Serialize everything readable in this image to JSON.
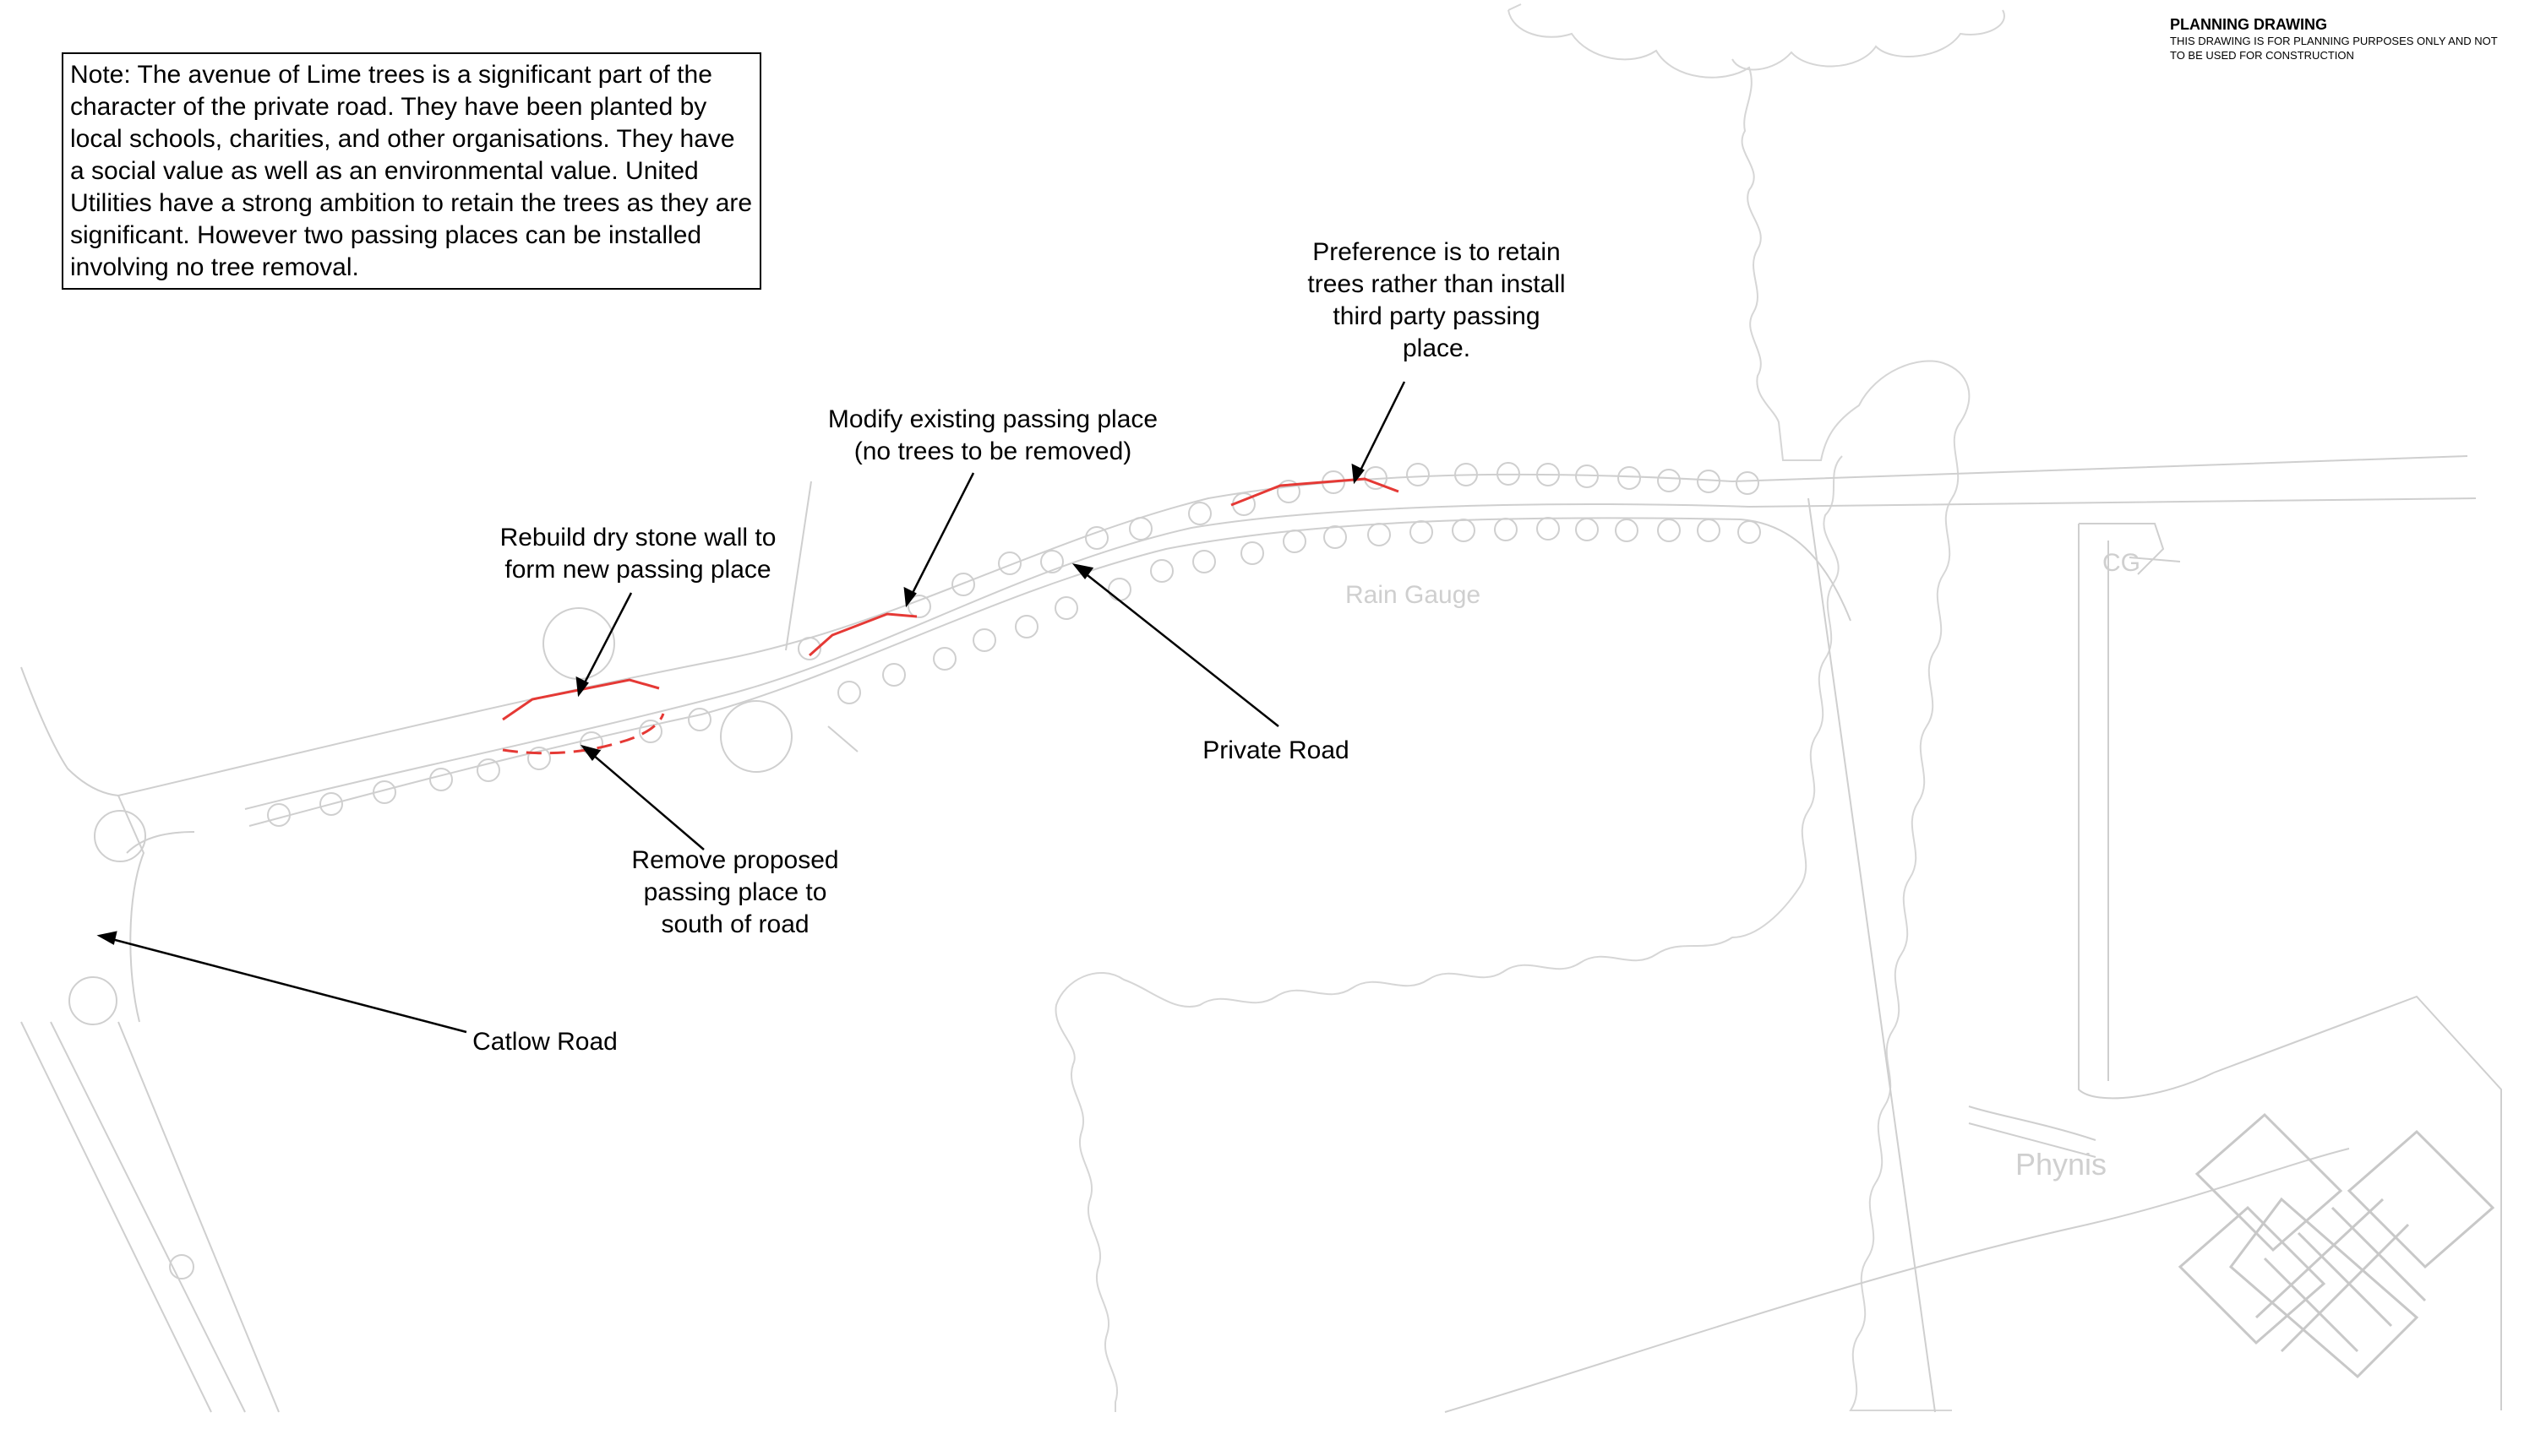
{
  "title_block": {
    "heading": "PLANNING DRAWING",
    "subtext": "THIS DRAWING IS FOR PLANNING PURPOSES ONLY AND NOT\nTO BE USED FOR CONSTRUCTION"
  },
  "note": {
    "text": "Note: The avenue of Lime trees is a significant part of the character of the private road. They have been planted by local schools, charities, and other organisations. They have a social value as well as an environmental value. United Utilities have a strong ambition to retain the trees as they are significant. However two passing places can be installed involving no tree removal."
  },
  "annotations": {
    "preference": "Preference is to retain\ntrees rather than install\nthird party passing\nplace.",
    "modify": "Modify existing passing place\n(no trees to be removed)",
    "rebuild": "Rebuild dry stone wall to\nform new passing place",
    "remove": "Remove proposed\npassing place to\nsouth of road",
    "private_road": "Private Road",
    "catlow_road": "Catlow Road"
  },
  "map_labels": {
    "rain_gauge": "Rain Gauge",
    "cg": "CG",
    "phynis": "Phynis"
  },
  "colors": {
    "linework": "#cfcfcf",
    "proposal": "#e53935",
    "text": "#000000"
  }
}
